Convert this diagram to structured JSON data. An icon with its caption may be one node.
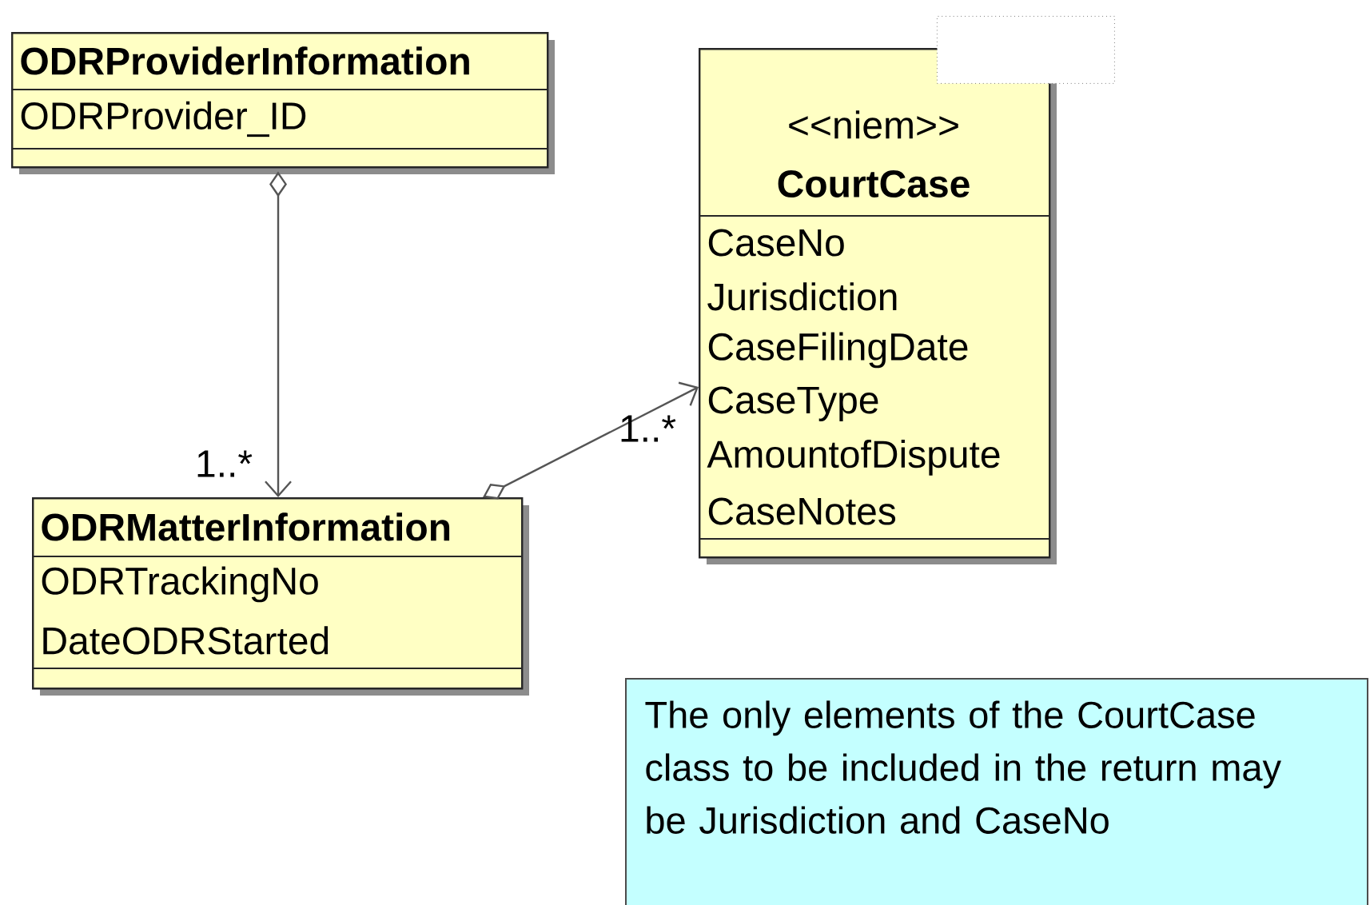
{
  "diagram": {
    "nodes": [
      {
        "text": [
          "ODRProviderInformation",
          "ODRProvider_ID"
        ]
      },
      {
        "text": [
          "ODRMatterInformation",
          "ODRTrackingNo",
          "DateODRStarted"
        ]
      },
      {
        "text": [
          "<<niem>>",
          "CourtCase",
          "CaseNo",
          "Jurisdiction",
          "CaseFilingDate",
          "CaseType",
          "AmountofDispute",
          "CaseNotes"
        ]
      },
      {
        "text": [],
        "shape": "box"
      },
      {
        "text": [
          "The only elements of the CourtCase class to be included in the return may be Jurisdiction and CaseNo"
        ]
      }
    ],
    "edges": [
      {
        "from": 0,
        "to": 1,
        "arrow": "to",
        "label": "1..*"
      },
      {
        "from": 1,
        "to": 2,
        "arrow": "to",
        "label": "1..*"
      }
    ]
  }
}
